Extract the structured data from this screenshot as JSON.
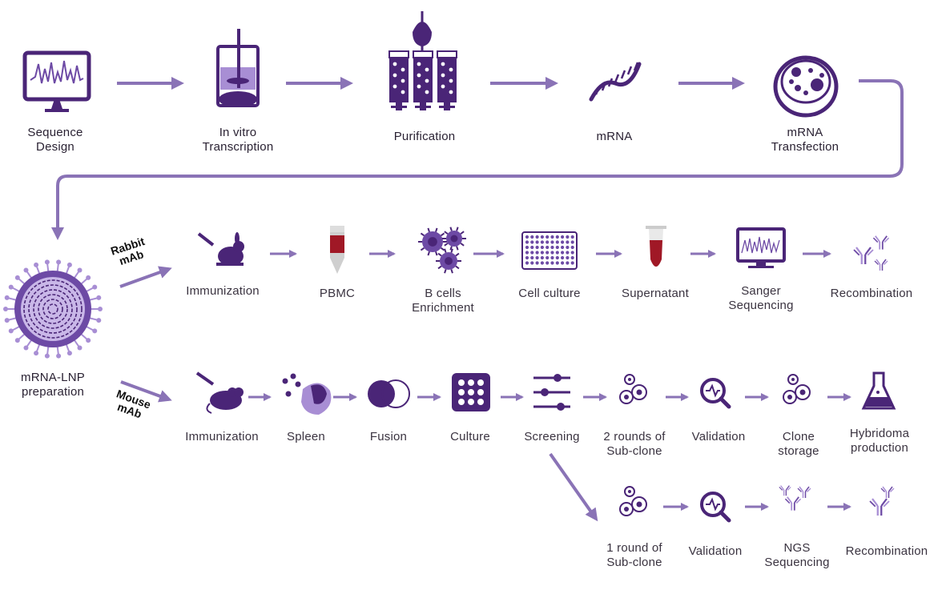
{
  "colors": {
    "primary": "#4a2577",
    "mid": "#6d4aa5",
    "light": "#a88ed4",
    "arrow": "#8a73b6",
    "red": "#a01826",
    "text": "#2a2233"
  },
  "top_row": [
    {
      "label": "Sequence\nDesign",
      "icon": "monitor-waveform-icon"
    },
    {
      "label": "In vitro\nTranscription",
      "icon": "beaker-stirrer-icon"
    },
    {
      "label": "Purification",
      "icon": "chromatography-columns-icon"
    },
    {
      "label": "mRNA",
      "icon": "mrna-strand-icon"
    },
    {
      "label": "mRNA\nTransfection",
      "icon": "petri-dish-icon"
    }
  ],
  "lnp": {
    "label": "mRNA-LNP\npreparation",
    "icon": "lipid-nanoparticle-icon"
  },
  "rabbit": {
    "branch_label": "Rabbit\nmAb",
    "steps": [
      {
        "label": "Immunization",
        "icon": "rabbit-syringe-icon"
      },
      {
        "label": "PBMC",
        "icon": "blood-tube-icon"
      },
      {
        "label": "B cells\nEnrichment",
        "icon": "b-cells-icon"
      },
      {
        "label": "Cell culture",
        "icon": "well-plate-icon"
      },
      {
        "label": "Supernatant",
        "icon": "supernatant-tube-icon"
      },
      {
        "label": "Sanger\nSequencing",
        "icon": "sequencer-monitor-icon"
      },
      {
        "label": "Recombination",
        "icon": "antibody-icon"
      }
    ]
  },
  "mouse": {
    "branch_label": "Mouse\nmAb",
    "steps": [
      {
        "label": "Immunization",
        "icon": "mouse-syringe-icon"
      },
      {
        "label": "Spleen",
        "icon": "spleen-icon"
      },
      {
        "label": "Fusion",
        "icon": "cell-fusion-icon"
      },
      {
        "label": "Culture",
        "icon": "culture-plate-icon"
      },
      {
        "label": "Screening",
        "icon": "sliders-icon"
      },
      {
        "label": "2 rounds of\nSub-clone",
        "icon": "subclone-cells-icon"
      },
      {
        "label": "Validation",
        "icon": "magnifier-icon"
      },
      {
        "label": "Clone\nstorage",
        "icon": "clone-cells-icon"
      },
      {
        "label": "Hybridoma\nproduction",
        "icon": "flask-icon"
      }
    ]
  },
  "ngs": {
    "steps": [
      {
        "label": "1 round of\nSub-clone",
        "icon": "subclone-cells-icon"
      },
      {
        "label": "Validation",
        "icon": "magnifier-icon"
      },
      {
        "label": "NGS\nSequencing",
        "icon": "antibody-sequencing-icon"
      },
      {
        "label": "Recombination",
        "icon": "antibody-icon"
      }
    ]
  }
}
